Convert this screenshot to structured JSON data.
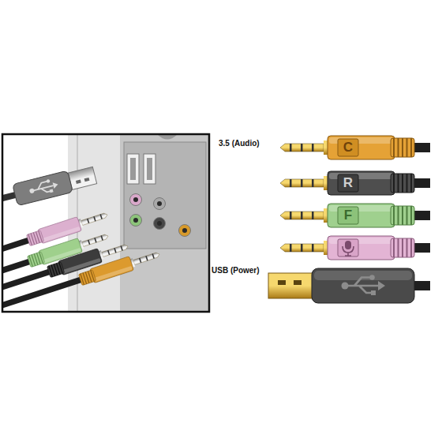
{
  "diagram": {
    "labels": [
      "3.5 (Audio)",
      "C",
      "R",
      "F",
      "USB (Power)"
    ]
  }
}
